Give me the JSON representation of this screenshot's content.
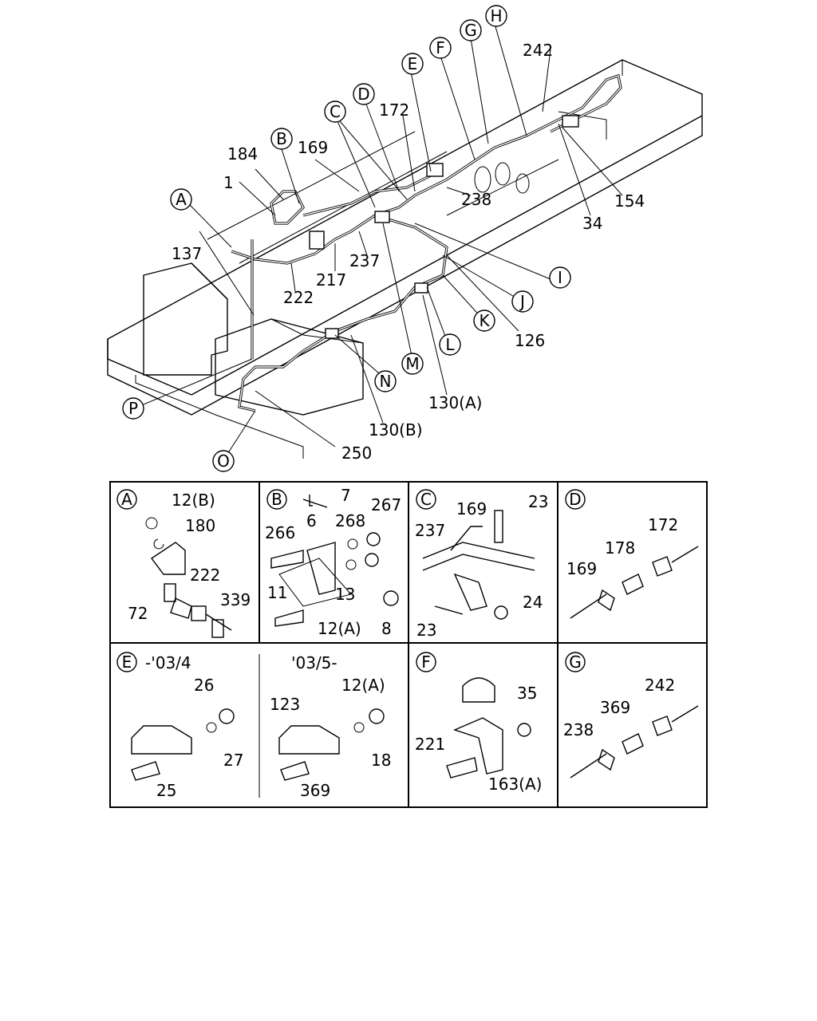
{
  "main_callouts": {
    "A": "A",
    "B": "B",
    "C": "C",
    "D": "D",
    "E": "E",
    "F": "F",
    "G": "G",
    "H": "H",
    "I": "I",
    "J": "J",
    "K": "K",
    "L": "L",
    "M": "M",
    "N": "N",
    "O": "O",
    "P": "P"
  },
  "main_labels": {
    "l242": "242",
    "l172": "172",
    "l184": "184",
    "l169": "169",
    "l1": "1",
    "l238": "238",
    "l154": "154",
    "l34": "34",
    "l137": "137",
    "l237": "237",
    "l217": "217",
    "l222": "222",
    "l126": "126",
    "l130a": "130(A)",
    "l130b": "130(B)",
    "l250": "250"
  },
  "panels": {
    "A": {
      "letter": "A",
      "labels": [
        "12(B)",
        "180",
        "222",
        "72",
        "339"
      ]
    },
    "B": {
      "letter": "B",
      "labels": [
        "7",
        "267",
        "266",
        "6",
        "268",
        "11",
        "13",
        "12(A)",
        "8"
      ]
    },
    "C": {
      "letter": "C",
      "labels": [
        "169",
        "23",
        "237",
        "24",
        "23"
      ]
    },
    "D": {
      "letter": "D",
      "labels": [
        "172",
        "178",
        "169"
      ]
    },
    "E1": {
      "letter": "E",
      "caption": "-'03/4",
      "labels": [
        "26",
        "27",
        "25"
      ]
    },
    "E2": {
      "caption": "'03/5-",
      "labels": [
        "12(A)",
        "123",
        "18",
        "369"
      ]
    },
    "F": {
      "letter": "F",
      "labels": [
        "35",
        "221",
        "163(A)"
      ]
    },
    "G": {
      "letter": "G",
      "labels": [
        "242",
        "369",
        "238"
      ]
    }
  }
}
